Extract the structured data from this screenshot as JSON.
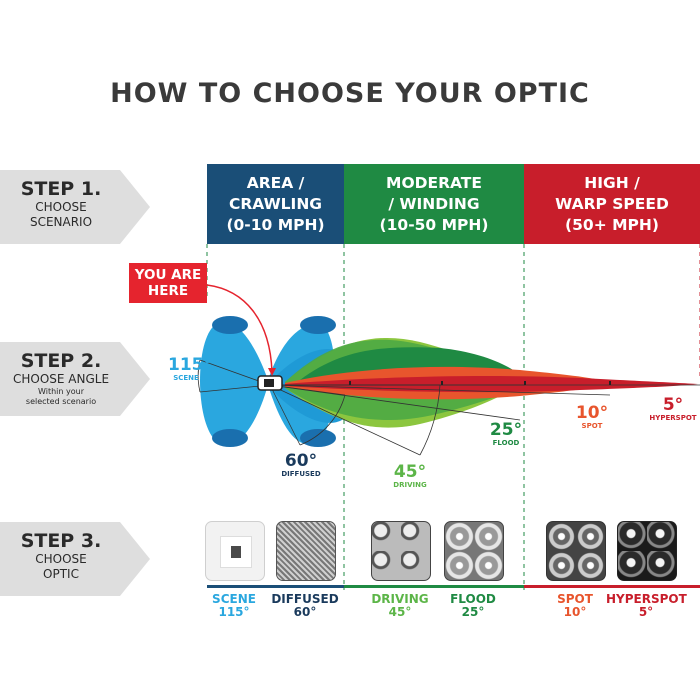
{
  "title": "HOW TO CHOOSE YOUR OPTIC",
  "steps": [
    {
      "num": "STEP 1.",
      "line1": "CHOOSE",
      "line2": "SCENARIO",
      "note1": "",
      "note2": ""
    },
    {
      "num": "STEP 2.",
      "line1": "CHOOSE ANGLE",
      "line2": "",
      "note1": "Within your",
      "note2": "selected scenario"
    },
    {
      "num": "STEP 3.",
      "line1": "CHOOSE",
      "line2": "OPTIC",
      "note1": "",
      "note2": ""
    }
  ],
  "scenarios": [
    {
      "l1": "AREA /",
      "l2": "CRAWLING",
      "l3": "(0-10 MPH)",
      "color": "#1a4e77"
    },
    {
      "l1": "MODERATE",
      "l2": "/ WINDING",
      "l3": "(10-50 MPH)",
      "color": "#1f8a43"
    },
    {
      "l1": "HIGH /",
      "l2": "WARP SPEED",
      "l3": "(50+ MPH)",
      "color": "#c81e2b"
    }
  ],
  "you_are_here": {
    "l1": "YOU ARE",
    "l2": "HERE"
  },
  "angles": [
    {
      "value": "115°",
      "label": "SCENE",
      "color": "#2aa7df"
    },
    {
      "value": "60°",
      "label": "DIFFUSED",
      "color": "#1a3a5c"
    },
    {
      "value": "45°",
      "label": "DRIVING",
      "color": "#5cb548"
    },
    {
      "value": "25°",
      "label": "FLOOD",
      "color": "#1f8a43"
    },
    {
      "value": "10°",
      "label": "SPOT",
      "color": "#e8552d"
    },
    {
      "value": "5°",
      "label": "HYPERSPOT",
      "color": "#c81e2b"
    }
  ],
  "optics": [
    {
      "name": "SCENE",
      "angle": "115°",
      "color": "#2aa7df"
    },
    {
      "name": "DIFFUSED",
      "angle": "60°",
      "color": "#1a3a5c"
    },
    {
      "name": "DRIVING",
      "angle": "45°",
      "color": "#5cb548"
    },
    {
      "name": "FLOOD",
      "angle": "25°",
      "color": "#1f8a43"
    },
    {
      "name": "SPOT",
      "angle": "10°",
      "color": "#e8552d"
    },
    {
      "name": "HYPERSPOT",
      "angle": "5°",
      "color": "#c81e2b"
    }
  ]
}
